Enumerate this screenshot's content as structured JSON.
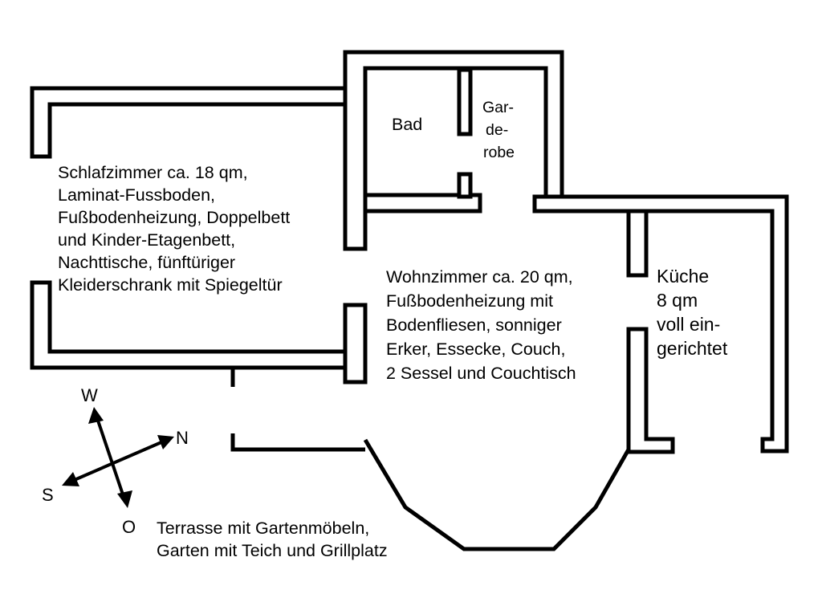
{
  "rooms": {
    "schlafzimmer": [
      "Schlafzimmer ca. 18 qm,",
      "Laminat-Fussboden,",
      "Fußbodenheizung, Doppelbett",
      "und Kinder-Etagenbett,",
      "Nachttische, fünftüriger",
      "Kleiderschrank mit Spiegeltür"
    ],
    "bad": "Bad",
    "garderobe": [
      "Gar-",
      "de-",
      "robe"
    ],
    "wohnzimmer": [
      "Wohnzimmer ca. 20 qm,",
      "Fußbodenheizung mit",
      "Bodenfliesen, sonniger",
      "Erker, Essecke, Couch,",
      "2 Sessel und Couchtisch"
    ],
    "kueche": [
      "Küche",
      "8 qm",
      "voll ein-",
      "gerichtet"
    ]
  },
  "terrasse": [
    "Terrasse mit Gartenmöbeln,",
    "Garten mit Teich und Grillplatz"
  ],
  "compass": {
    "west": "W",
    "north": "N",
    "south": "S",
    "east": "O"
  }
}
